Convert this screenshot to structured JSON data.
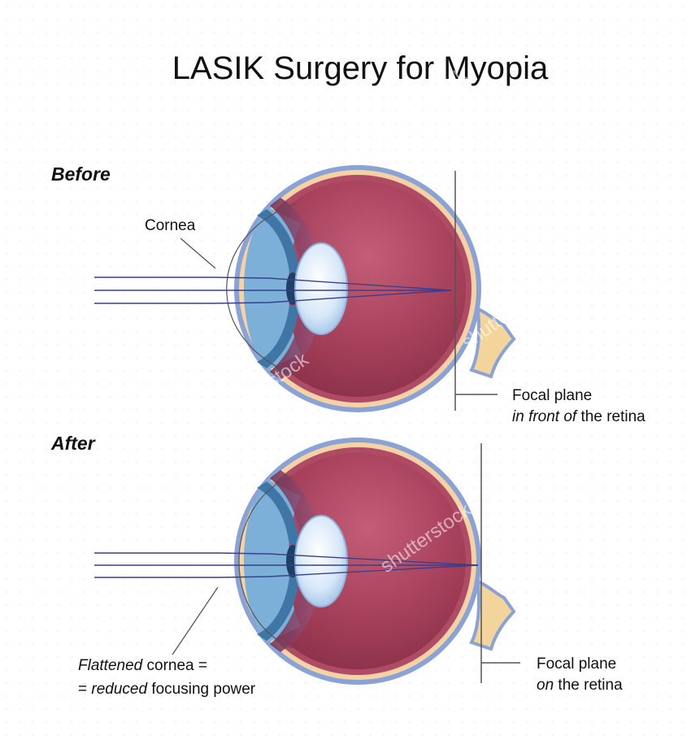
{
  "title": "LASIK Surgery for Myopia",
  "before": {
    "heading": "Before",
    "cornea_label": "Cornea",
    "focal_line1": "Focal plane",
    "focal_line2_italic": "in front of",
    "focal_line2_rest": " the retina"
  },
  "after": {
    "heading": "After",
    "cornea_line1_italic": "Flattened",
    "cornea_line1_rest": " cornea =",
    "cornea_line2_start": "= ",
    "cornea_line2_italic": "reduced",
    "cornea_line2_rest": " focusing power",
    "focal_line1": "Focal plane",
    "focal_line2_italic": "on",
    "focal_line2_rest": " the retina"
  },
  "watermark": "shutterstock",
  "colors": {
    "sclera": "#8aa3d6",
    "vitreous": "#a6405a",
    "retina_stripe": "#f6d2a4",
    "optic_nerve": "#f3d49a",
    "lens": "#dbeaf9",
    "iris": "#3f76a6",
    "cornea": "#e9f1f8"
  }
}
